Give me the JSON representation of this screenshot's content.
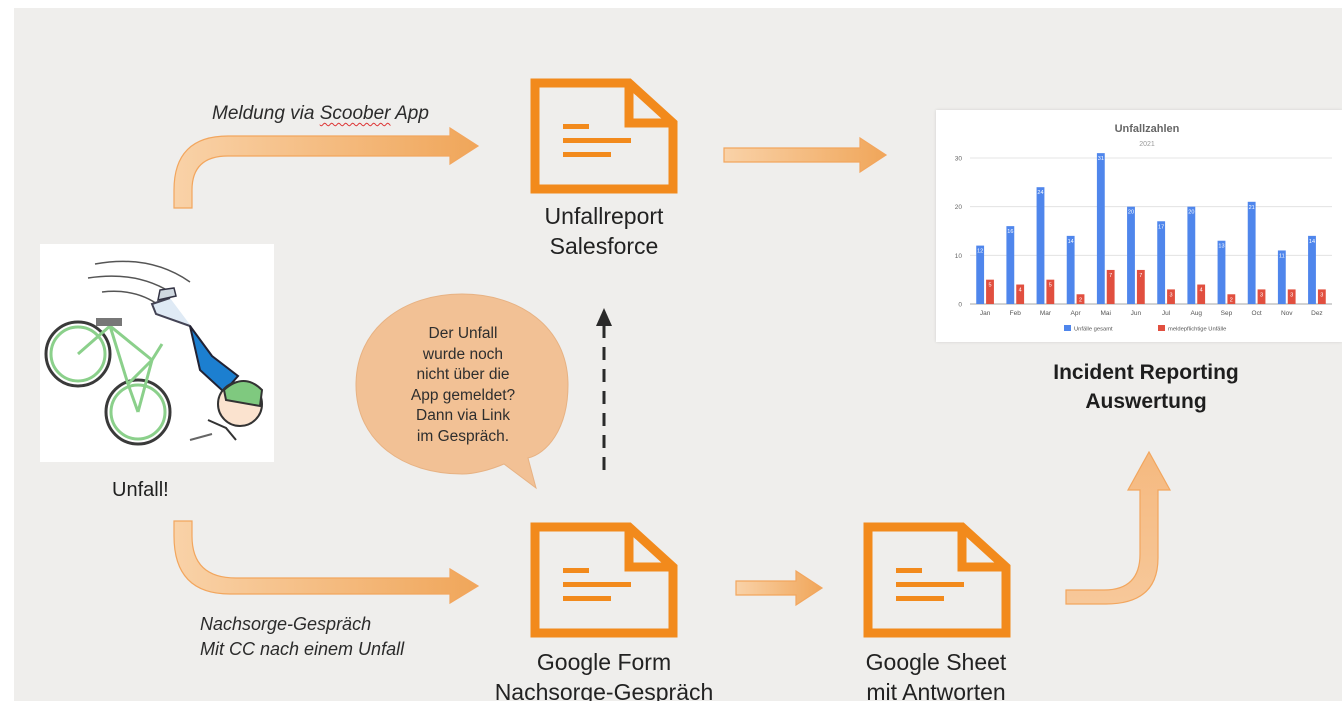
{
  "colors": {
    "orange": "#f28a1c",
    "arrow_light": "#f8cfa3",
    "bubble": "#f2c195",
    "bar_blue": "#4f86ec",
    "bar_red": "#e14f3f"
  },
  "labels": {
    "top_arrow": "Meldung via Scoober App",
    "top_arrow_prefix": "Meldung via ",
    "top_arrow_word": "Scoober",
    "top_arrow_suffix": " App",
    "salesforce_line1": "Unfallreport",
    "salesforce_line2": "Salesforce",
    "accident": "Unfall!",
    "bottom_arrow_line1": "Nachsorge-Gespräch",
    "bottom_arrow_line2": "Mit CC nach einem Unfall",
    "form_line1": "Google Form",
    "form_line2": "Nachsorge-Gespräch",
    "sheet_line1": "Google Sheet",
    "sheet_line2": "mit Antworten",
    "reporting_line1": "Incident Reporting",
    "reporting_line2": "Auswertung"
  },
  "bubble": {
    "lines": [
      "Der Unfall",
      "wurde noch",
      "nicht über die",
      "App gemeldet?",
      "Dann via Link",
      "im Gespräch."
    ]
  },
  "icons": {
    "salesforce": "document-icon",
    "form": "document-icon",
    "sheet": "document-icon",
    "accident": "bicycle-crash-illustration"
  },
  "chart_data": {
    "type": "bar",
    "title": "Unfallzahlen",
    "subtitle": "2021",
    "categories": [
      "Jan",
      "Feb",
      "Mar",
      "Apr",
      "Mai",
      "Jun",
      "Jul",
      "Aug",
      "Sep",
      "Oct",
      "Nov",
      "Dez"
    ],
    "series": [
      {
        "name": "Unfälle gesamt",
        "values": [
          12,
          16,
          24,
          14,
          31,
          20,
          17,
          20,
          13,
          21,
          11,
          14
        ]
      },
      {
        "name": "meldepflichtige Unfälle",
        "values": [
          5,
          4,
          5,
          2,
          7,
          7,
          3,
          4,
          2,
          3,
          3,
          3
        ]
      }
    ],
    "ylim": [
      0,
      30
    ],
    "yticks": [
      0,
      10,
      20,
      30
    ],
    "grid": true,
    "legend": "bottom"
  }
}
